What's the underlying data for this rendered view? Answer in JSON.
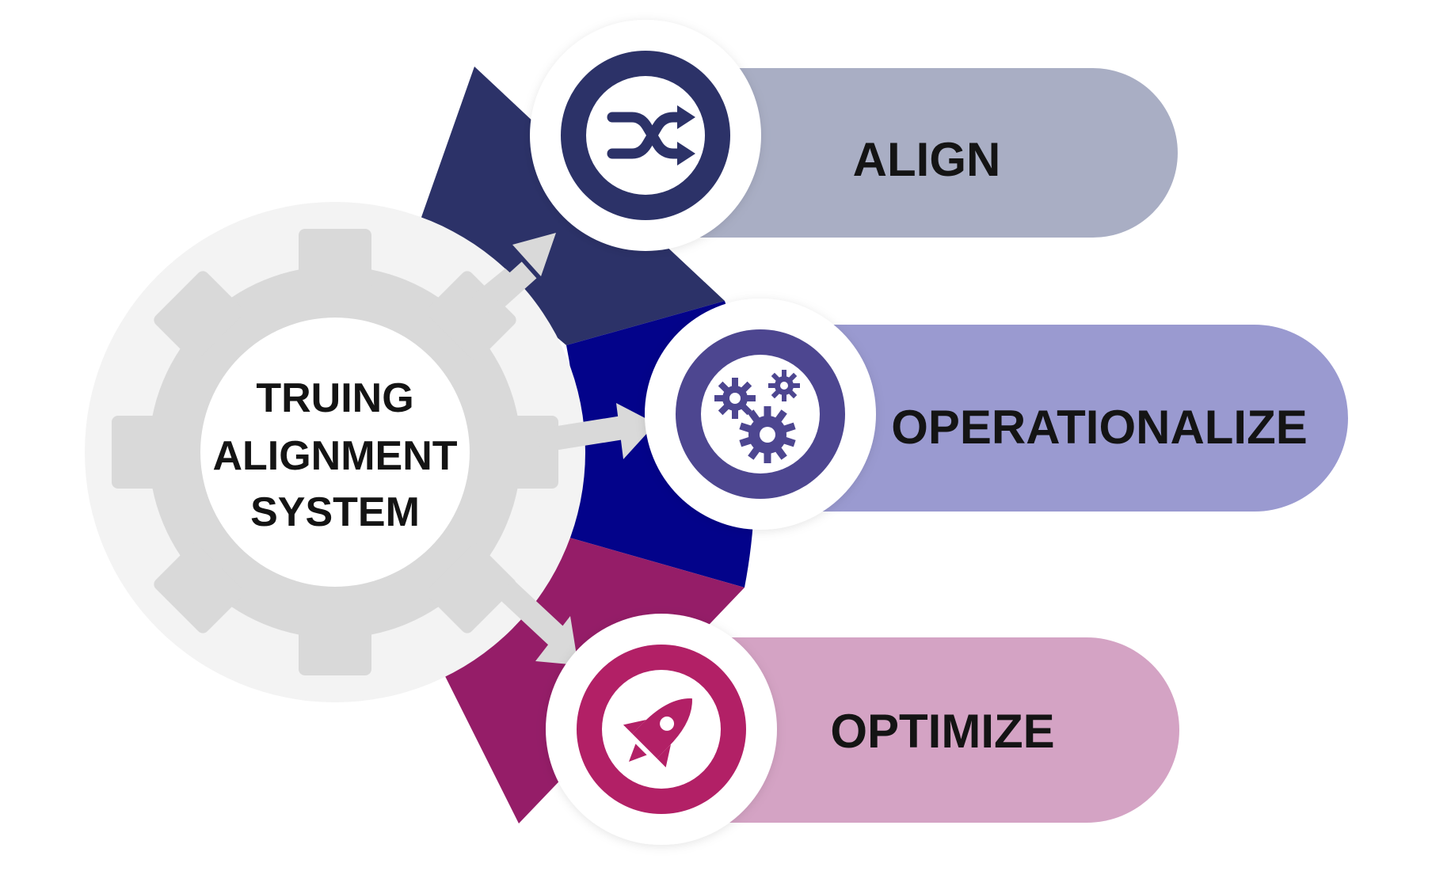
{
  "center": {
    "lines": [
      "TRUING",
      "ALIGNMENT",
      "SYSTEM"
    ]
  },
  "steps": [
    {
      "label": "ALIGN",
      "icon": "shuffle-icon",
      "arc_color": "#2c3268",
      "circle_color": "#2c3268",
      "pill_color": "#a9aec4"
    },
    {
      "label": "OPERATIONALIZE",
      "icon": "gears-icon",
      "arc_color": "#03038a",
      "circle_color": "#4d4690",
      "pill_color": "#9a9ad0"
    },
    {
      "label": "OPTIMIZE",
      "icon": "rocket-icon",
      "arc_color": "#951d68",
      "circle_color": "#b22066",
      "pill_color": "#d4a3c4"
    }
  ],
  "colors": {
    "gear": "#d9d9d9",
    "halo": "#f3f3f3",
    "arrow": "#d9d9d9"
  }
}
